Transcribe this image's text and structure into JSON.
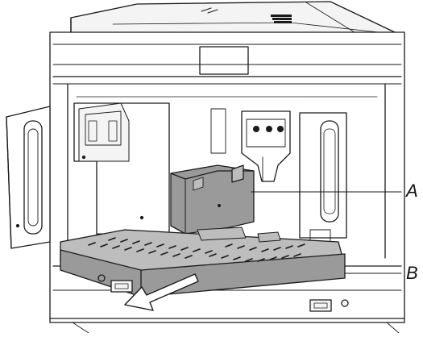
{
  "figure": {
    "callouts": [
      {
        "letter": "A",
        "part": "grounds-container"
      },
      {
        "letter": "B",
        "part": "drip-tray"
      }
    ],
    "colors": {
      "line": "#1a1a1a",
      "housing": "#f2f2f2",
      "part_fill": "#9a9a9a",
      "part_fill_light": "#bdbdbd",
      "background": "#ffffff"
    },
    "icons": [
      "pull-out-arrow-icon"
    ]
  }
}
